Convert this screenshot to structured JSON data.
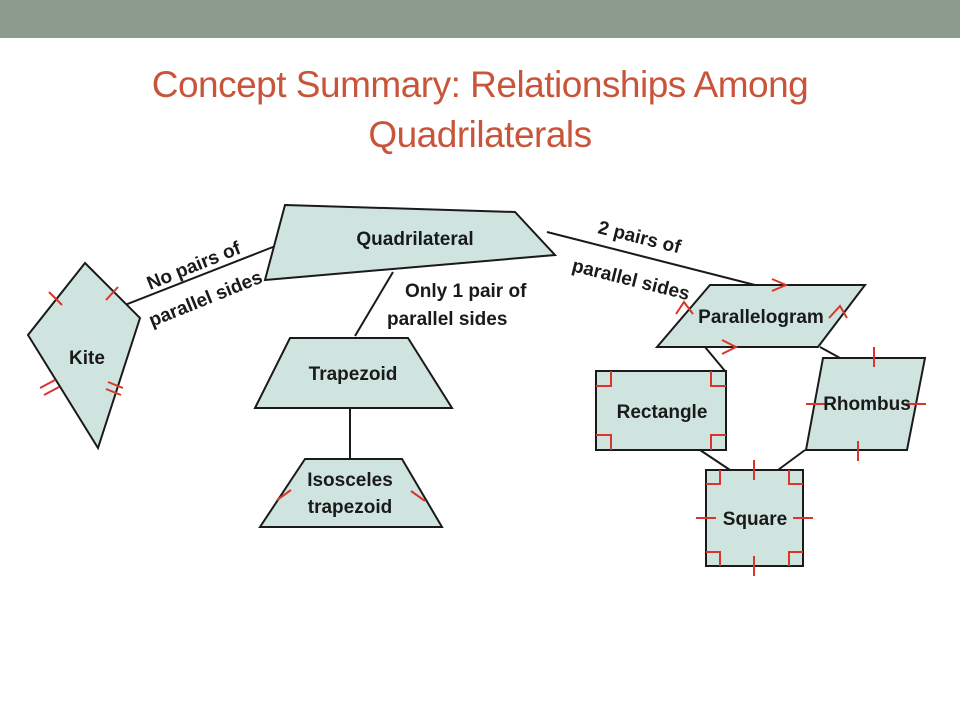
{
  "slide": {
    "title_line1": "Concept Summary: Relationships Among",
    "title_line2": "Quadrilaterals"
  },
  "colors": {
    "topbar": "#8d9b8c",
    "title": "#c8553a",
    "shape_fill": "#cfe4df",
    "outline": "#1a1a1a",
    "tick_marks": "#d9352b"
  },
  "diagram": {
    "shapes": {
      "quadrilateral": "Quadrilateral",
      "kite": "Kite",
      "trapezoid": "Trapezoid",
      "isosceles_trapezoid_line1": "Isosceles",
      "isosceles_trapezoid_line2": "trapezoid",
      "parallelogram": "Parallelogram",
      "rectangle": "Rectangle",
      "rhombus": "Rhombus",
      "square": "Square"
    },
    "edges": {
      "no_pairs_line1": "No pairs of",
      "no_pairs_line2": "parallel sides",
      "one_pair_line1": "Only 1 pair of",
      "one_pair_line2": "parallel sides",
      "two_pairs_line1": "2 pairs of",
      "two_pairs_line2": "parallel sides"
    }
  }
}
